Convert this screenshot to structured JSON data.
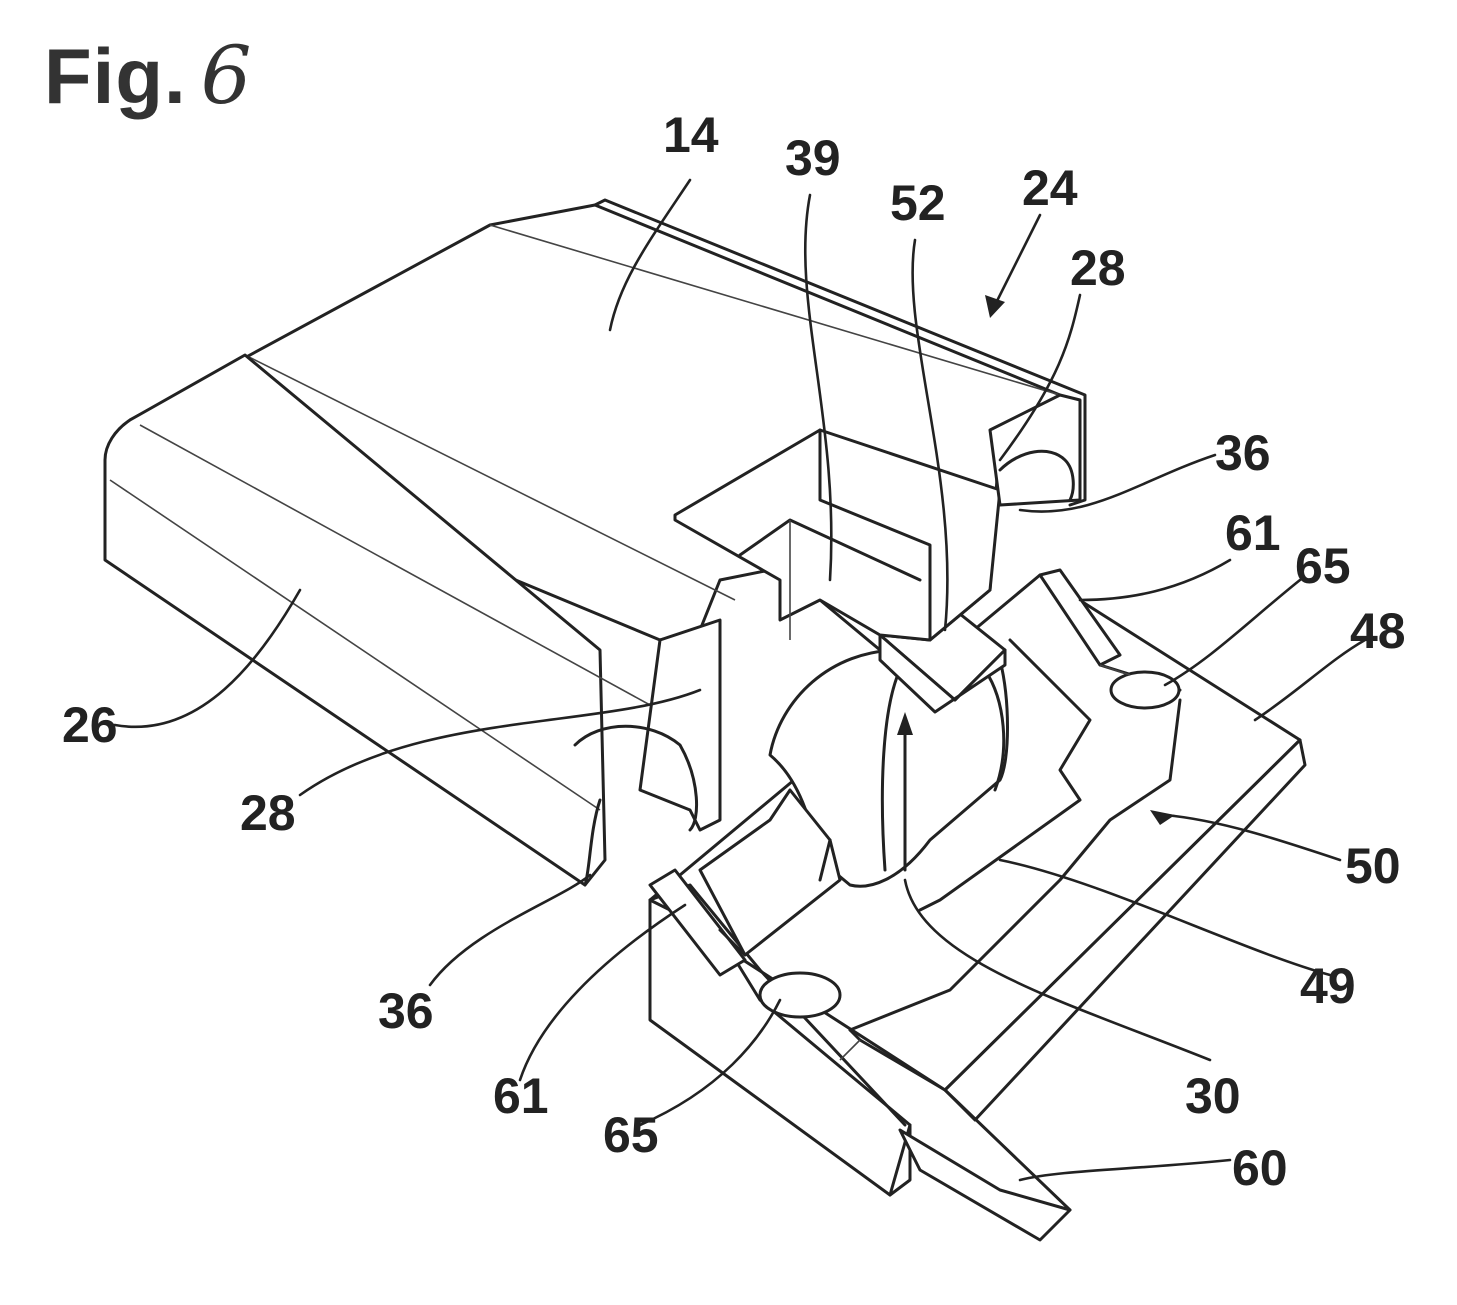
{
  "figure": {
    "label": "Fig.",
    "number": "6"
  },
  "reference_numerals": {
    "r14": "14",
    "r39": "39",
    "r52": "52",
    "r24": "24",
    "r28_top": "28",
    "r36_right": "36",
    "r61_right": "61",
    "r65_right": "65",
    "r48": "48",
    "r26": "26",
    "r28_left": "28",
    "r50": "50",
    "r36_left": "36",
    "r49": "49",
    "r61_left": "61",
    "r30": "30",
    "r65_left": "65",
    "r60": "60"
  }
}
